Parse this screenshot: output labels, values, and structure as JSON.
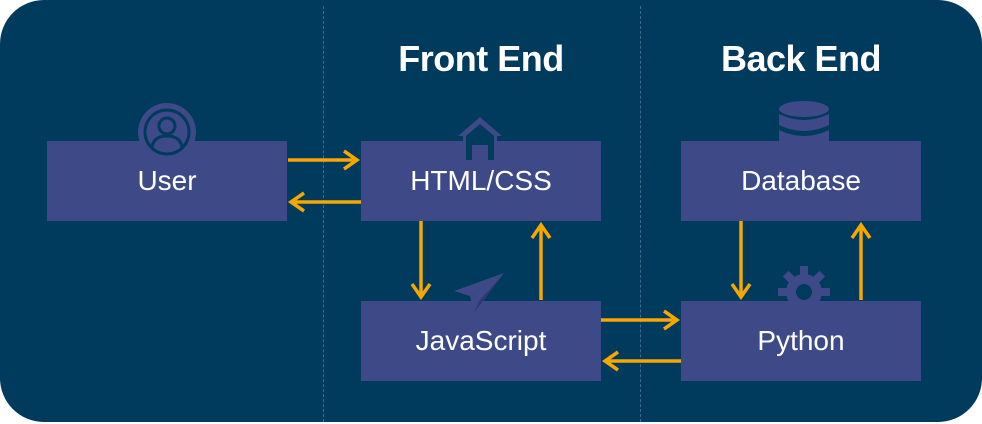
{
  "sections": {
    "front_end": "Front End",
    "back_end": "Back End"
  },
  "nodes": {
    "user": "User",
    "html_css": "HTML/CSS",
    "javascript": "JavaScript",
    "database": "Database",
    "python": "Python"
  },
  "icons": {
    "user": "user-icon",
    "html_css": "home-icon",
    "javascript": "paper-plane-icon",
    "database": "database-icon",
    "python": "gear-icon"
  },
  "colors": {
    "background": "#003a5c",
    "node": "#3d4a87",
    "arrow": "#f5a800",
    "icon": "#3d4a87",
    "text": "#ffffff"
  }
}
